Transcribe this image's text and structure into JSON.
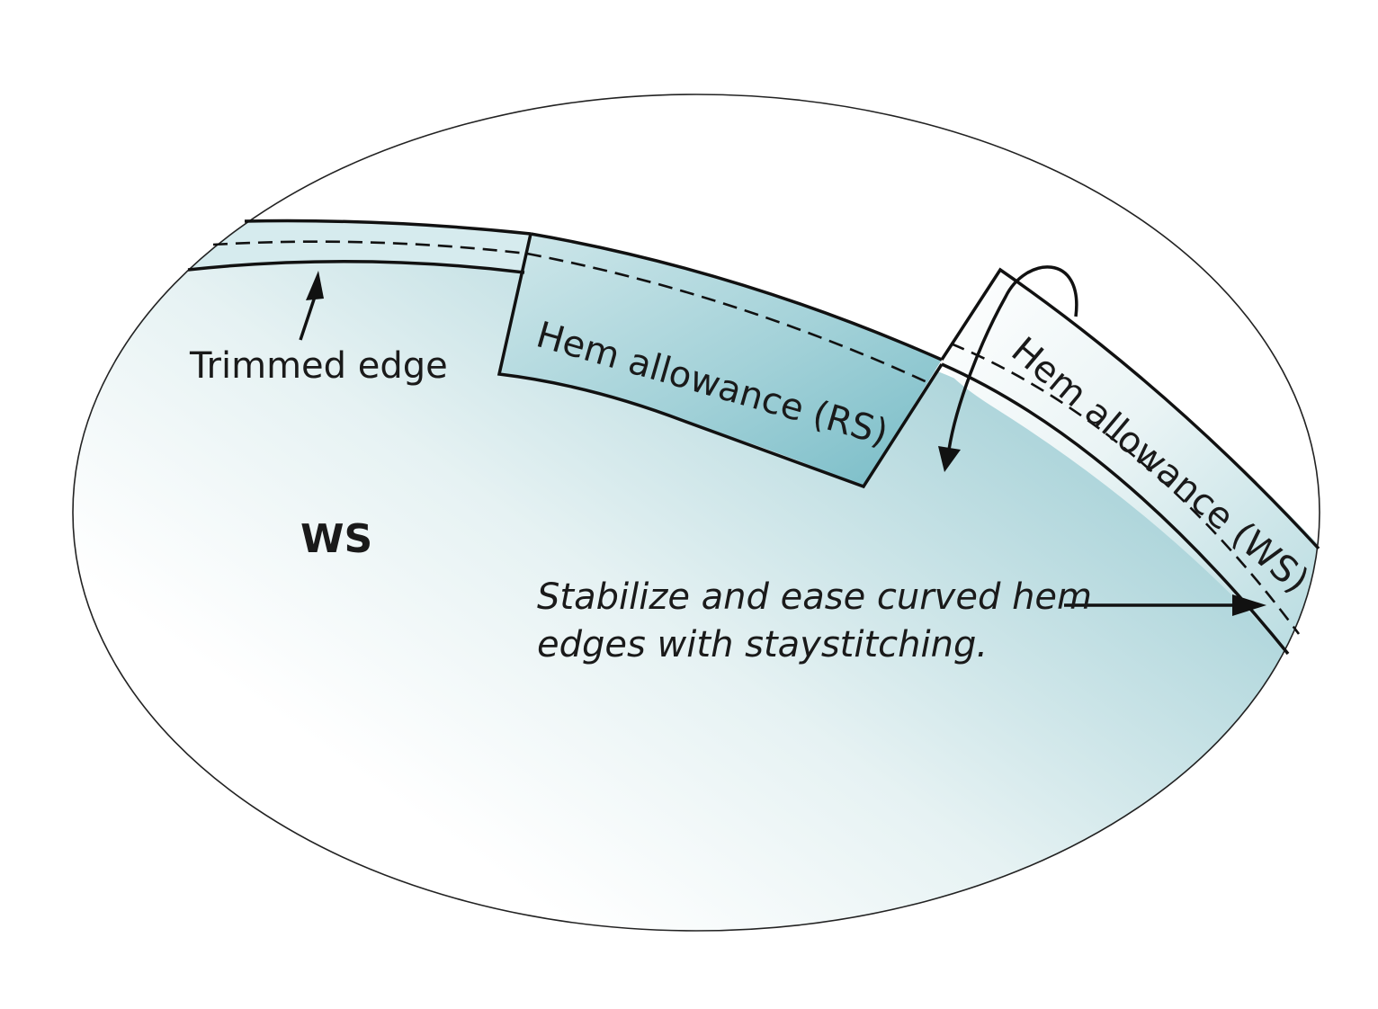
{
  "labels": {
    "trimmed_edge": "Trimmed edge",
    "hem_allowance_rs": "Hem allowance (RS)",
    "hem_allowance_ws": "Hem allowance (WS)",
    "wrong_side": "WS",
    "note_line1": "Stabilize and ease curved hem",
    "note_line2": "edges with staystitching."
  },
  "colors": {
    "fabric_light": "#fdfdfb",
    "fabric_teal": "#9ecdd5",
    "hem_teal": "#7fc0cb",
    "outline": "#111111"
  }
}
